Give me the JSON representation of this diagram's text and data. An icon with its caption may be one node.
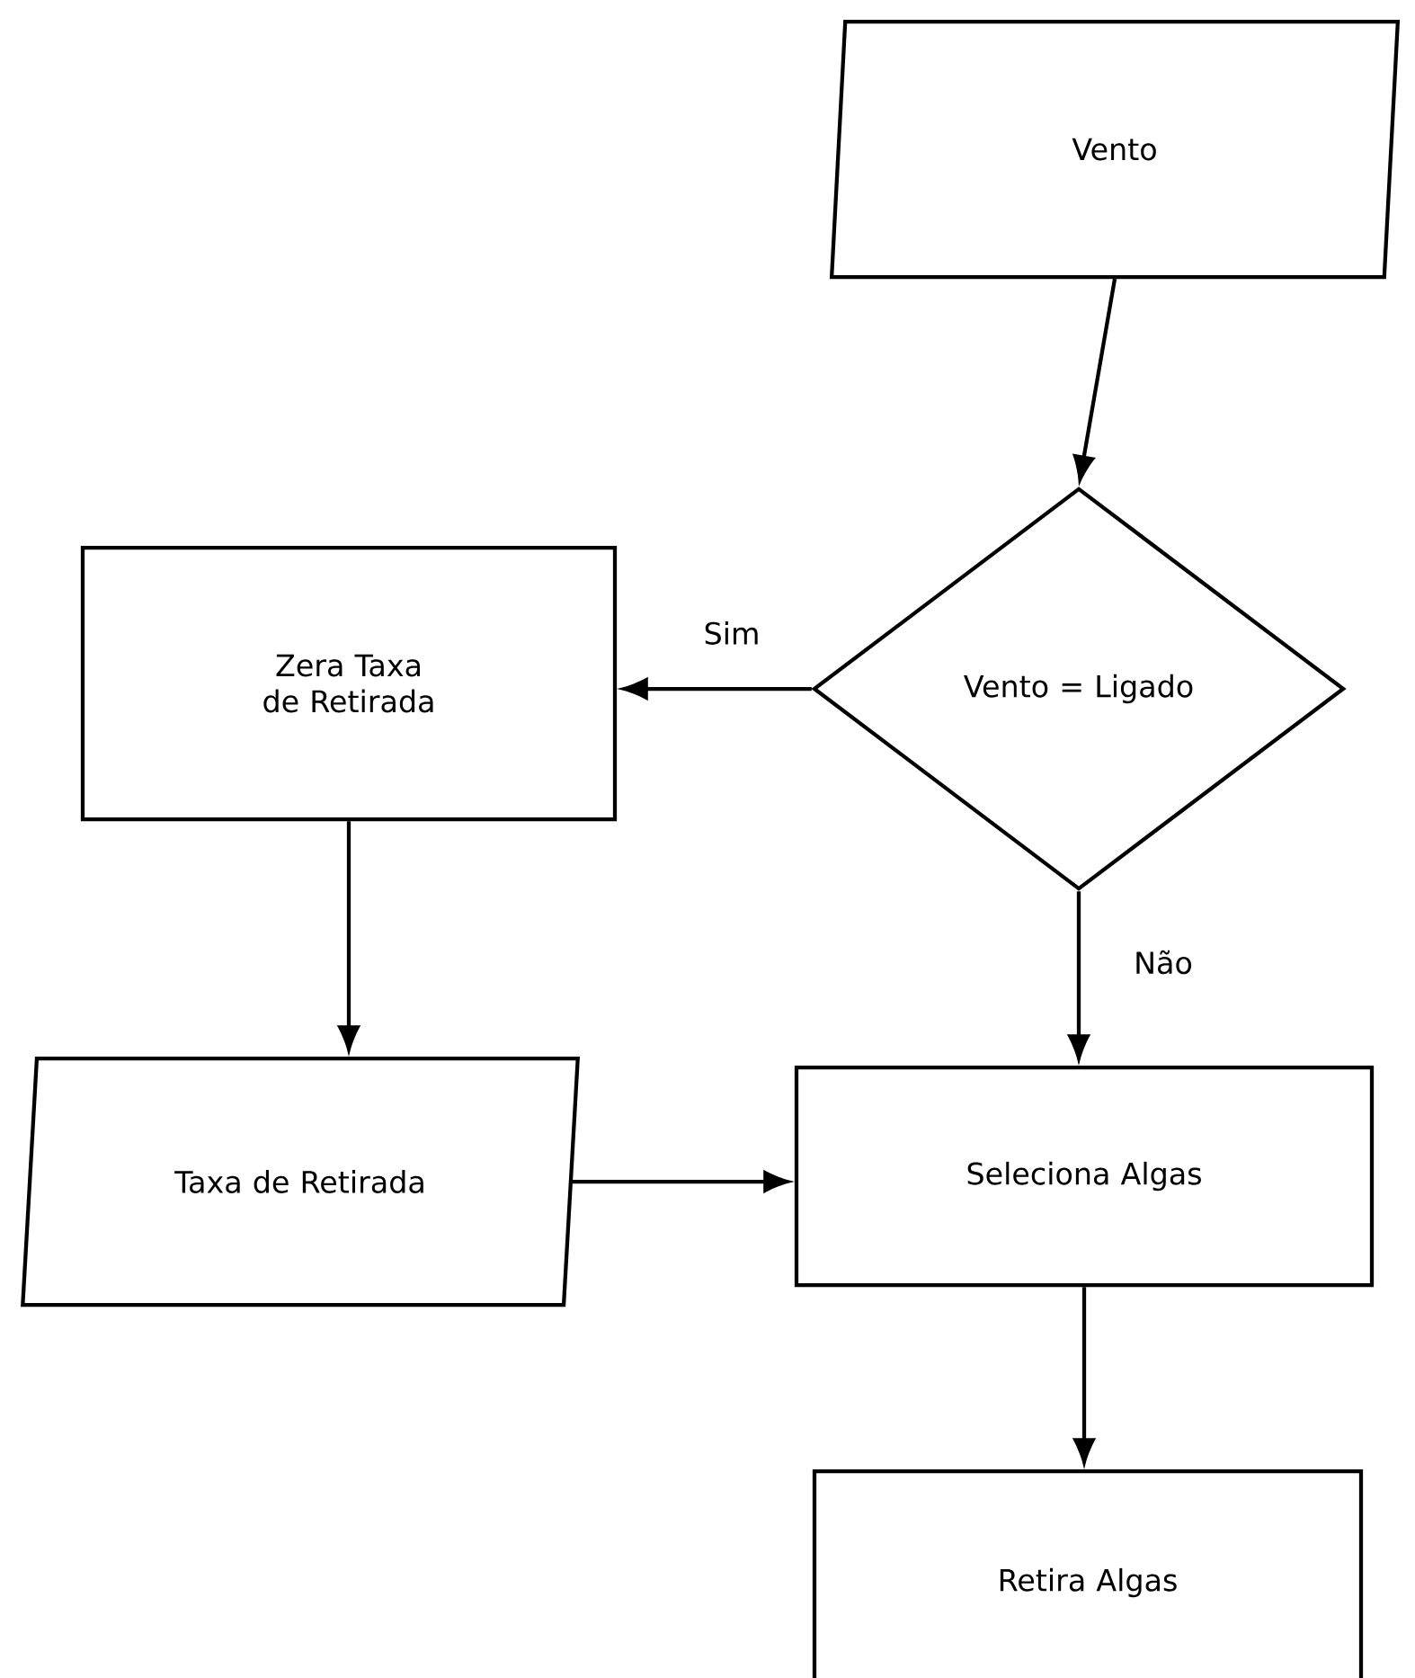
{
  "diagram": {
    "nodes": [
      {
        "text": [
          "Vento"
        ]
      },
      {
        "text": [
          "Vento = Ligado"
        ]
      },
      {
        "text": [
          "Zera Taxa de Retirada"
        ]
      },
      {
        "text": [
          "Taxa de Retirada"
        ]
      },
      {
        "text": [
          "Seleciona Algas"
        ]
      },
      {
        "text": [
          "Retira Algas"
        ]
      }
    ],
    "edges": [
      {
        "from": 0,
        "to": 1,
        "arrow": "to"
      },
      {
        "from": 1,
        "to": 2,
        "arrow": "to",
        "label": "Sim"
      },
      {
        "from": 1,
        "to": 4,
        "arrow": "to",
        "label": "Não"
      },
      {
        "from": 2,
        "to": 3,
        "arrow": "to"
      },
      {
        "from": 3,
        "to": 4,
        "arrow": "to"
      },
      {
        "from": 4,
        "to": 5,
        "arrow": "to"
      }
    ]
  }
}
